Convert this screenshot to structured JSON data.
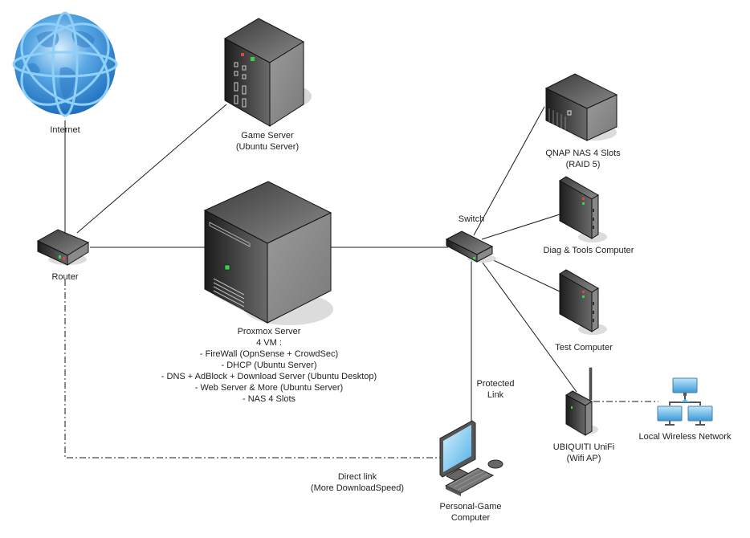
{
  "diagram": {
    "title": "Home Network Topology",
    "nodes": {
      "internet": {
        "label": "Internet",
        "icon": "globe-icon"
      },
      "game_server": {
        "label_line1": "Game Server",
        "label_line2": "(Ubuntu Server)",
        "icon": "server-tower-icon"
      },
      "router": {
        "label": "Router",
        "icon": "router-icon"
      },
      "proxmox": {
        "title": "Proxmox Server",
        "subtitle": "4 VM :",
        "vms": [
          "- FireWall (OpnSense + CrowdSec)",
          "- DHCP (Ubuntu Server)",
          "- DNS + AdBlock + Download Server (Ubuntu Desktop)",
          "- Web Server & More (Ubuntu Server)",
          "- NAS 4 Slots"
        ],
        "icon": "server-icon"
      },
      "switch": {
        "label": "Switch",
        "icon": "switch-icon"
      },
      "qnap": {
        "label_line1": "QNAP NAS 4 Slots",
        "label_line2": "(RAID 5)",
        "icon": "nas-icon"
      },
      "diag": {
        "label": "Diag & Tools Computer",
        "icon": "pc-tower-icon"
      },
      "test": {
        "label": "Test Computer",
        "icon": "pc-tower-icon"
      },
      "unifi": {
        "label_line1": "UBIQUITI UniFi",
        "label_line2": "(Wifi AP)",
        "icon": "access-point-icon"
      },
      "wireless": {
        "label": "Local Wireless Network",
        "icon": "network-computers-icon"
      },
      "personal": {
        "label_line1": "Personal-Game",
        "label_line2": "Computer",
        "icon": "desktop-computer-icon"
      }
    },
    "links": {
      "protected_line1": "Protected",
      "protected_line2": "Link",
      "direct_line1": "Direct link",
      "direct_line2": "(More DownloadSpeed)"
    },
    "colors": {
      "line": "#1a1a1a",
      "globe": "#3c8fd6",
      "globe_ring": "#8fd0f8",
      "led_green": "#3fcf4f",
      "led_red": "#d84848",
      "screen": "#7cc8f0"
    }
  }
}
